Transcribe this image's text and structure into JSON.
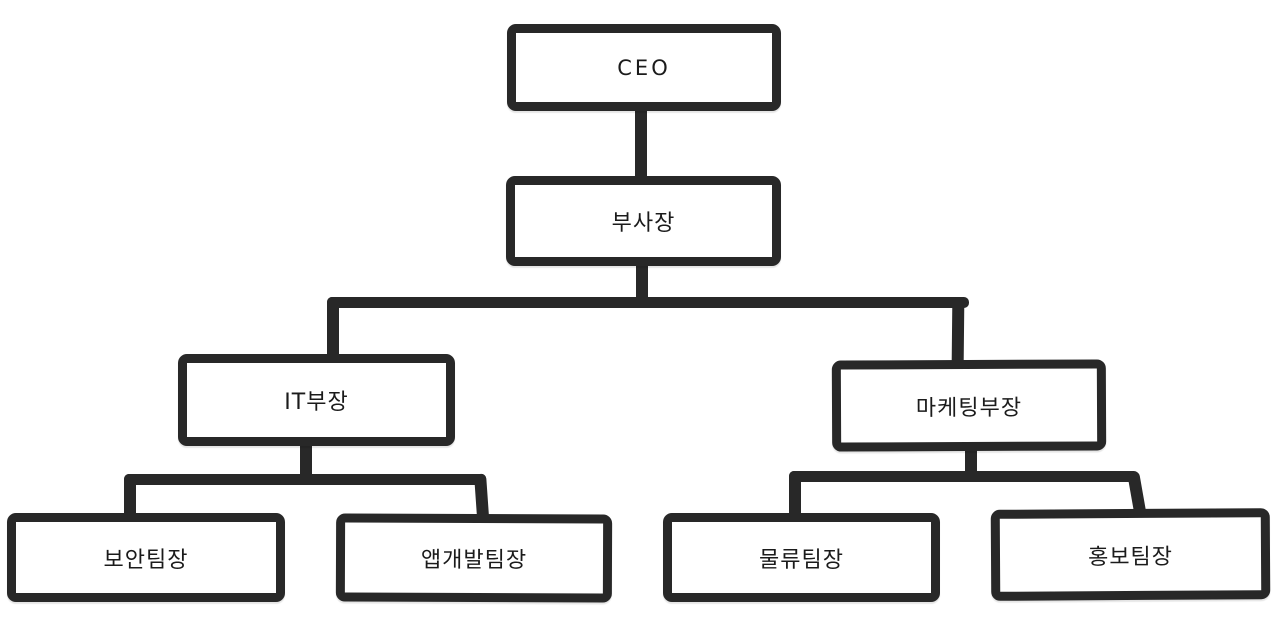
{
  "diagram": {
    "type": "org-chart",
    "nodes": [
      {
        "id": "ceo",
        "label": "CEO",
        "level": 1
      },
      {
        "id": "vp",
        "label": "부사장",
        "level": 2
      },
      {
        "id": "it",
        "label": "IT부장",
        "level": 3
      },
      {
        "id": "mkt",
        "label": "마케팅부장",
        "level": 3
      },
      {
        "id": "sec",
        "label": "보안팀장",
        "level": 4
      },
      {
        "id": "app",
        "label": "앱개발팀장",
        "level": 4
      },
      {
        "id": "log",
        "label": "물류팀장",
        "level": 4
      },
      {
        "id": "pr",
        "label": "홍보팀장",
        "level": 4
      }
    ],
    "edges": [
      {
        "from": "CEO",
        "to": "부사장"
      },
      {
        "from": "부사장",
        "to": "IT부장"
      },
      {
        "from": "부사장",
        "to": "마케팅부장"
      },
      {
        "from": "IT부장",
        "to": "보안팀장"
      },
      {
        "from": "IT부장",
        "to": "앱개발팀장"
      },
      {
        "from": "마케팅부장",
        "to": "물류팀장"
      },
      {
        "from": "마케팅부장",
        "to": "홍보팀장"
      }
    ],
    "colors": {
      "stroke": "#282828",
      "background": "#ffffff",
      "text": "#1b1b1b"
    }
  }
}
